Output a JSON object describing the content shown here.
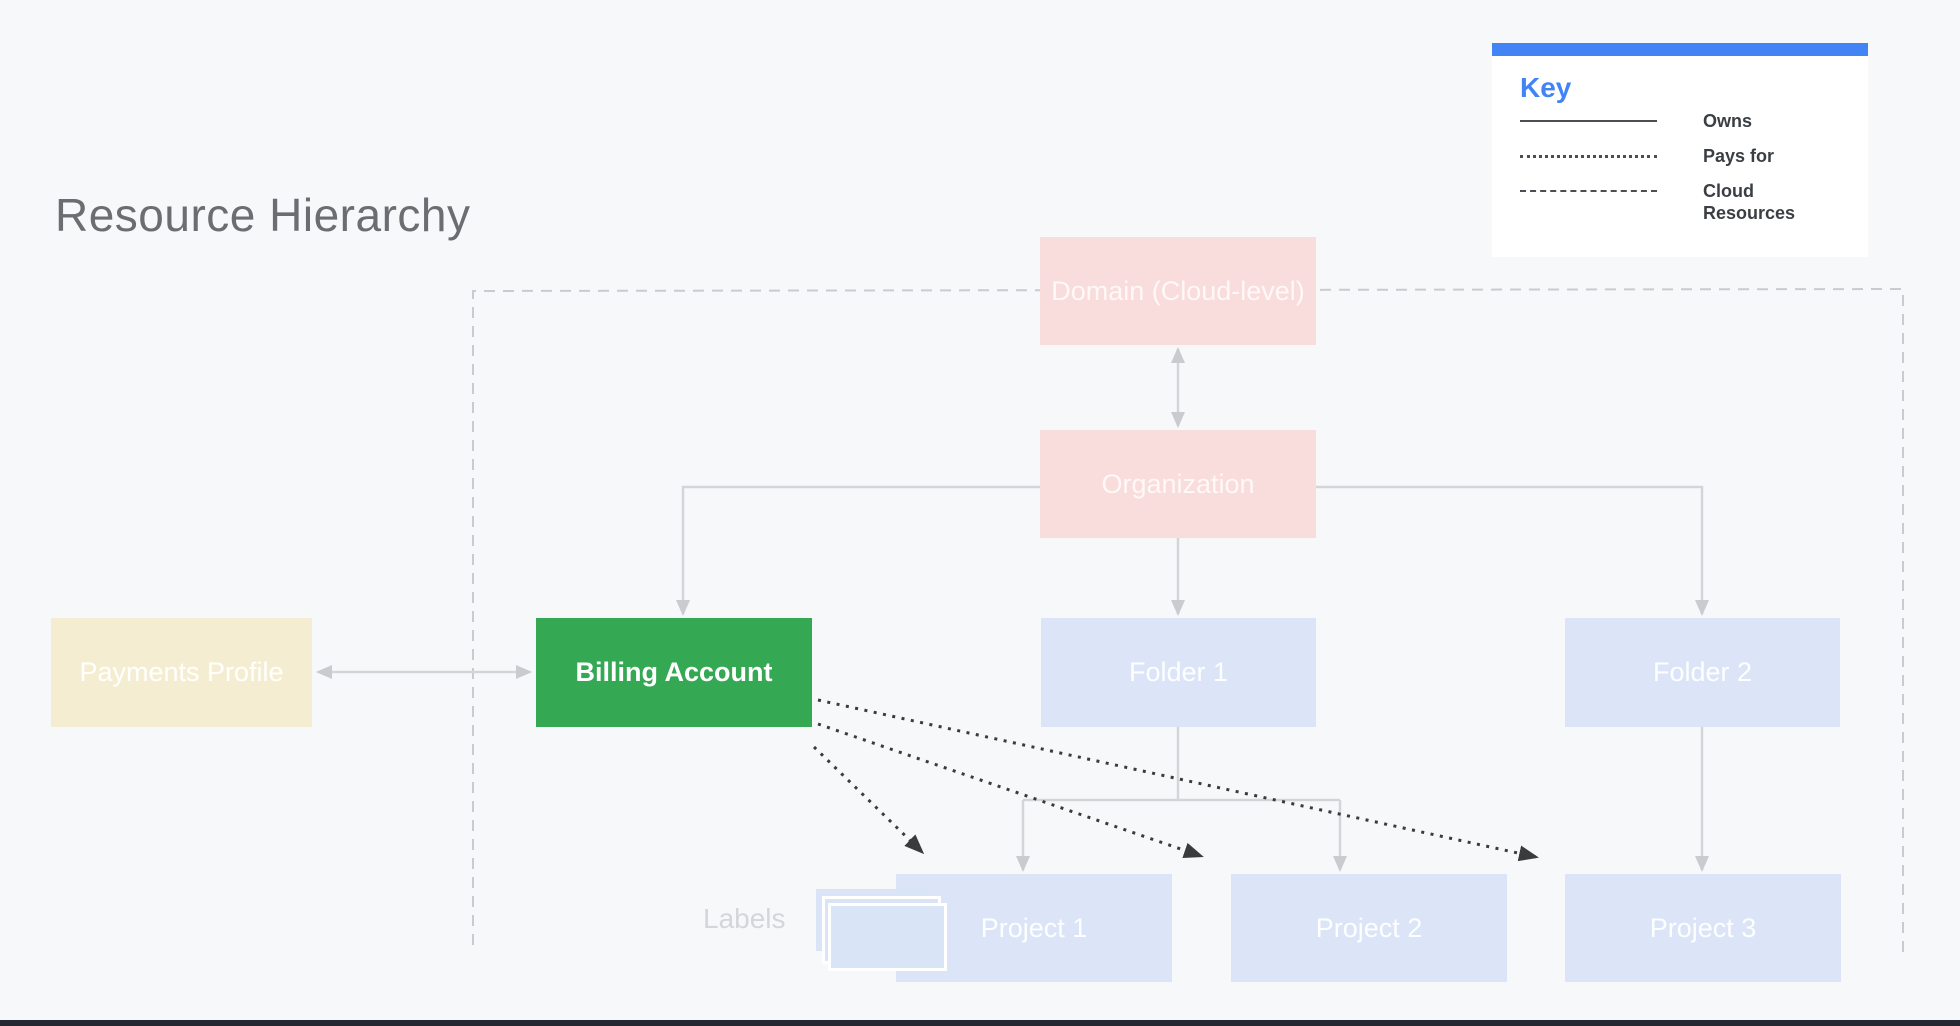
{
  "page": {
    "title": "Resource Hierarchy"
  },
  "legend": {
    "title": "Key",
    "items": [
      {
        "style": "solid",
        "label": "Owns"
      },
      {
        "style": "dotted",
        "label": "Pays for"
      },
      {
        "style": "dashed",
        "label": "Cloud Resources"
      }
    ]
  },
  "nodes": {
    "domain": {
      "label": "Domain (Cloud-level)"
    },
    "organization": {
      "label": "Organization"
    },
    "payments_profile": {
      "label": "Payments Profile"
    },
    "billing_account": {
      "label": "Billing Account"
    },
    "folder1": {
      "label": "Folder 1"
    },
    "folder2": {
      "label": "Folder 2"
    },
    "project1": {
      "label": "Project 1"
    },
    "project2": {
      "label": "Project 2"
    },
    "project3": {
      "label": "Project 3"
    }
  },
  "annotations": {
    "labels_caption": "Labels"
  },
  "colors": {
    "background": "#f7f8fa",
    "accent_blue": "#4284f5",
    "node_pink": "#f9dcdc",
    "node_blue": "#dbe5f7",
    "node_cream": "#f5edd2",
    "node_green": "#34a853",
    "connector_gray": "#d4d5d9",
    "boundary_dash_gray": "#c9cbd0",
    "pays_for_dark": "#3b3b3b"
  }
}
